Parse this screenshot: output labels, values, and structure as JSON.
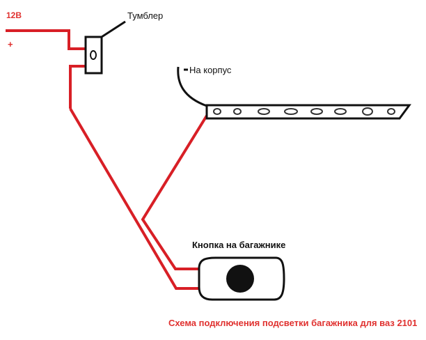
{
  "labels": {
    "voltage": "12В",
    "plus": "+",
    "toggle_switch": "Тумблер",
    "ground": "На корпус",
    "trunk_button": "Кнопка на багажнике",
    "caption": "Схема подключения подсветки багажника для ваз 2101"
  },
  "colors": {
    "wire_positive": "#d81f26",
    "wire_ground": "#111111",
    "caption_text": "#e0312f"
  }
}
